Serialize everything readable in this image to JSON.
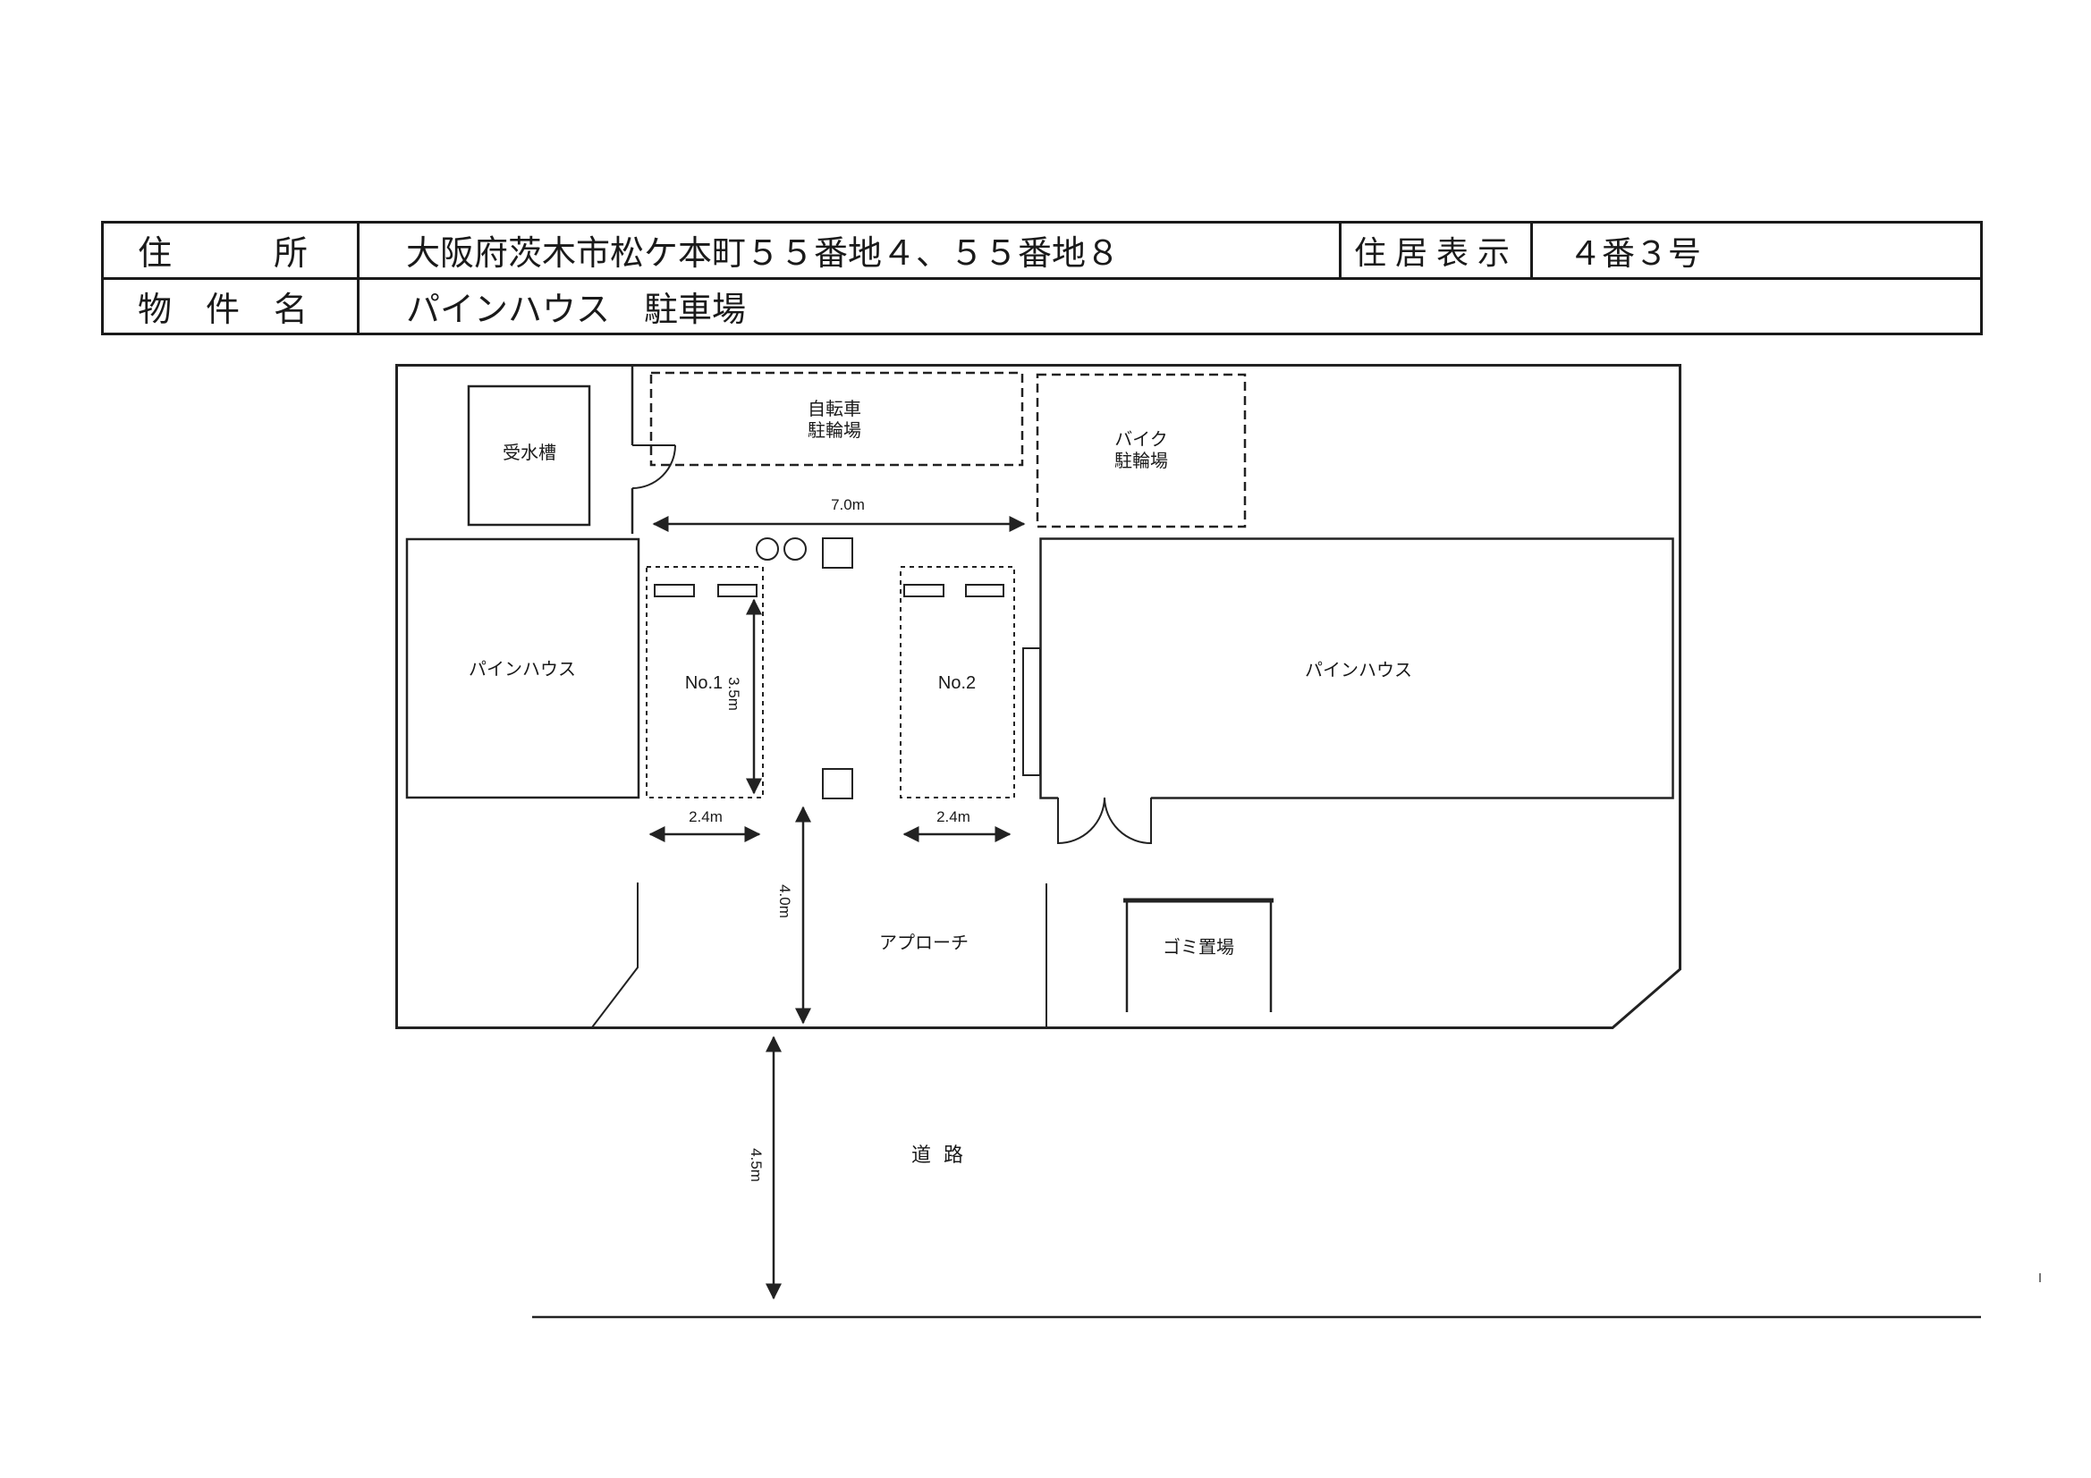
{
  "table": {
    "address_label": "住　　　所",
    "address_value": "大阪府茨木市松ケ本町５５番地４、５５番地８",
    "residence_label": "住 居 表 示",
    "residence_value": "４番３号",
    "property_label": "物　件　名",
    "property_value": "パインハウス　駐車場"
  },
  "plan": {
    "water_tank_label": "受水槽",
    "bicycle_parking_line1": "自転車",
    "bicycle_parking_line2": "駐輪場",
    "bike_parking_line1": "バイク",
    "bike_parking_line2": "駐輪場",
    "house_left_label": "パインハウス",
    "house_right_label": "パインハウス",
    "space1_label": "No.1",
    "space2_label": "No.2",
    "approach_label": "アプローチ",
    "garbage_label": "ゴミ置場",
    "road_label": "道 路",
    "dims": {
      "passage_width": "7.0m",
      "stall_depth": "3.5m",
      "stall1_width": "2.4m",
      "stall2_width": "2.4m",
      "approach_length": "4.0m",
      "road_width": "4.5m"
    },
    "line_color": "#222222"
  }
}
